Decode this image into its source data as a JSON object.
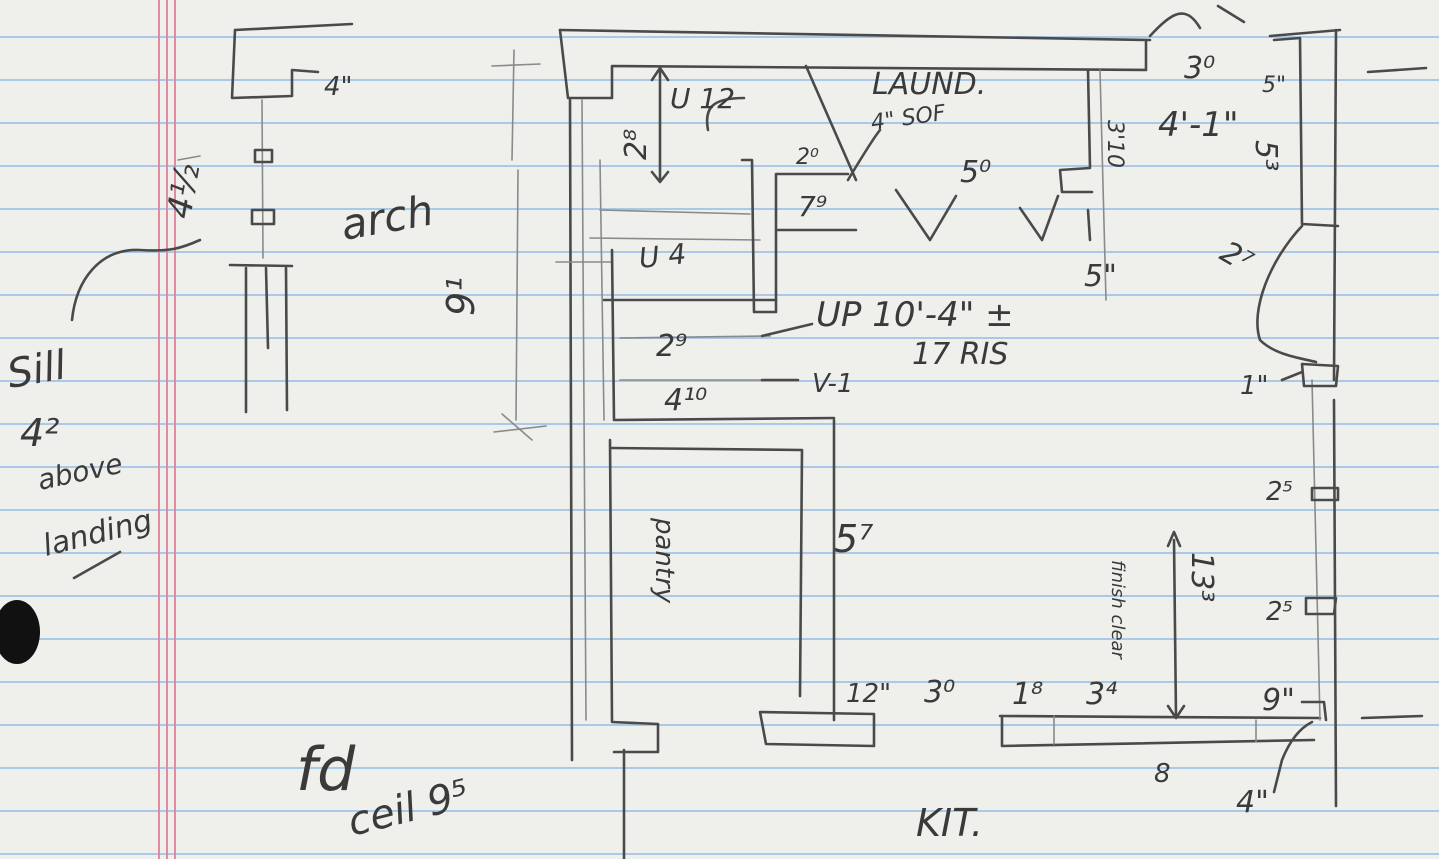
{
  "labels": {
    "dim_4in_top": "4\"",
    "dim_4_half": "4½",
    "arch": "arch",
    "sill": "Sill",
    "sill_height": "4²",
    "above": "above",
    "landing": "landing",
    "up_12": "U 12",
    "dim_2_8": "2⁸",
    "laund": "LAUND.",
    "dim_3_0_top": "3⁰",
    "dim_5in_right": "5\"",
    "dim_4_1": "4'-1\"",
    "dim_5_3": "5³",
    "soffit": "4\" SOF",
    "dim_2_0": "2⁰",
    "dim_5_0": "5⁰",
    "dim_3_10": "3'10",
    "dim_7_9": "7⁹",
    "dim_5in_bottom": "5\"",
    "dim_2_7": "2⁷",
    "up_4": "U 4",
    "dim_9_1": "9¹",
    "up_10_4": "UP 10'-4\" ±",
    "risers_17": "17 RIS",
    "dim_2_9": "2⁹",
    "v_1": "V-1",
    "dim_4_10": "4¹⁰",
    "dim_1in": "1\"",
    "dim_2_5_upper": "2⁵",
    "dim_5_7": "5⁷",
    "dim_13_3": "13³",
    "finish_clear": "finish clear",
    "dim_2_5_lower": "2⁵",
    "dim_12in": "12\"",
    "dim_3_0_bottom": "3⁰",
    "dim_1_8": "1⁸",
    "dim_3_4": "3⁴",
    "dim_9in": "9\"",
    "dim_4in_bottom": "4\"",
    "dim_8": "8",
    "fd": "fd",
    "ceil": "ceil 9⁵",
    "kit": "KIT.",
    "pantry_note": "pantry"
  },
  "colors": {
    "paper": "#efefec",
    "rule": "#a9c9e6",
    "margin": "#e28aa0",
    "pencil": "#4a4a4a"
  }
}
